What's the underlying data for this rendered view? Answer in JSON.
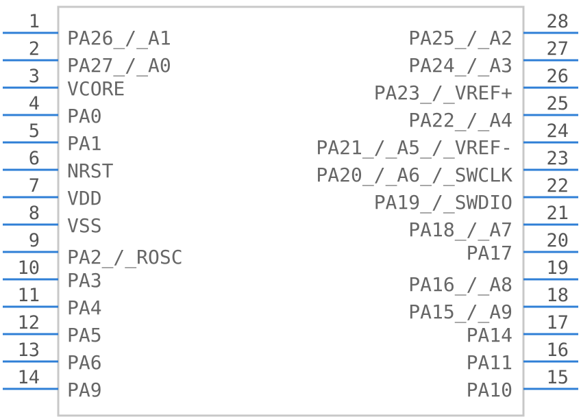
{
  "chip": {
    "outline_color": "#c8c8c8",
    "pin_color": "#2f7fd6",
    "text_color": "#666666"
  },
  "left_pins": [
    {
      "number": "1",
      "label": "PA26_/_A1"
    },
    {
      "number": "2",
      "label": "PA27_/_A0"
    },
    {
      "number": "3",
      "label": "VCORE"
    },
    {
      "number": "4",
      "label": "PA0"
    },
    {
      "number": "5",
      "label": "PA1"
    },
    {
      "number": "6",
      "label": "NRST"
    },
    {
      "number": "7",
      "label": "VDD"
    },
    {
      "number": "8",
      "label": "VSS"
    },
    {
      "number": "9",
      "label": "PA2_/_ROSC"
    },
    {
      "number": "10",
      "label": "PA3"
    },
    {
      "number": "11",
      "label": "PA4"
    },
    {
      "number": "12",
      "label": "PA5"
    },
    {
      "number": "13",
      "label": "PA6"
    },
    {
      "number": "14",
      "label": "PA9"
    }
  ],
  "right_pins": [
    {
      "number": "28",
      "label": "PA25_/_A2"
    },
    {
      "number": "27",
      "label": "PA24_/_A3"
    },
    {
      "number": "26",
      "label": "PA23_/_VREF+"
    },
    {
      "number": "25",
      "label": "PA22_/_A4"
    },
    {
      "number": "24",
      "label": "PA21_/_A5_/_VREF-"
    },
    {
      "number": "23",
      "label": "PA20_/_A6_/_SWCLK"
    },
    {
      "number": "22",
      "label": "PA19_/_SWDIO"
    },
    {
      "number": "21",
      "label": "PA18_/_A7"
    },
    {
      "number": "20",
      "label": "PA17"
    },
    {
      "number": "19",
      "label": "PA16_/_A8"
    },
    {
      "number": "18",
      "label": "PA15_/_A9"
    },
    {
      "number": "17",
      "label": "PA14"
    },
    {
      "number": "16",
      "label": "PA11"
    },
    {
      "number": "15",
      "label": "PA10"
    }
  ]
}
